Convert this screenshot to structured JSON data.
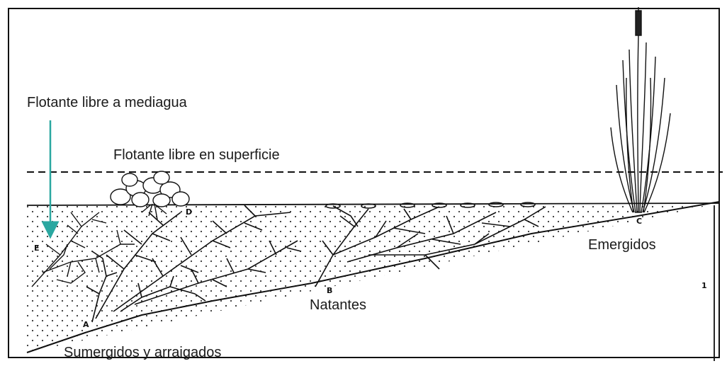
{
  "labels": {
    "flotante_mediagua": "Flotante libre a mediagua",
    "flotante_superficie": "Flotante libre en superficie",
    "emergidos": "Emergidos",
    "natantes": "Natantes",
    "sumergidos": "Sumergidos y arraigados"
  },
  "markers": {
    "a": "A",
    "b": "B",
    "c": "C",
    "d": "D",
    "e": "E",
    "depth": "1"
  },
  "colors": {
    "arrow": "#2aa7a0",
    "ink": "#1b1b1b"
  }
}
